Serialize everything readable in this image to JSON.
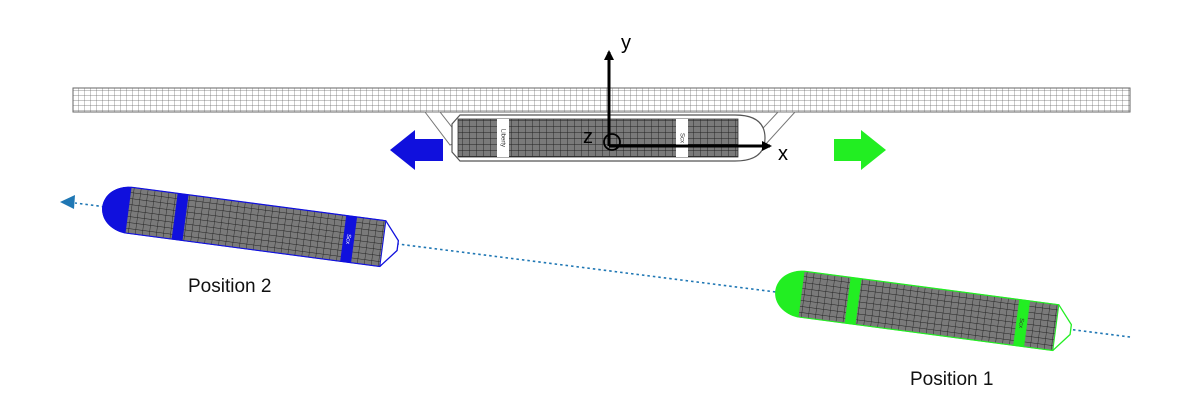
{
  "axes": {
    "x_label": "x",
    "y_label": "y",
    "z_label": "z"
  },
  "colors": {
    "position_1": "#22ee22",
    "position_2": "#1010dd",
    "hull_stroke": "#444444",
    "grid_stroke": "#666666",
    "trajectory": "#1f77b4",
    "axis": "#000000"
  },
  "moored_ship": {
    "marking_left": "Liberty",
    "marking_right": "Scx"
  },
  "positions": [
    {
      "label": "Position 2",
      "marking": "Scx",
      "color_key": "position_2"
    },
    {
      "label": "Position 1",
      "marking": "Scx",
      "color_key": "position_1"
    }
  ],
  "icons": {
    "left_arrow": "blue-left-arrow-icon",
    "right_arrow": "green-right-arrow-icon",
    "trajectory_arrow": "arrowhead-icon"
  }
}
